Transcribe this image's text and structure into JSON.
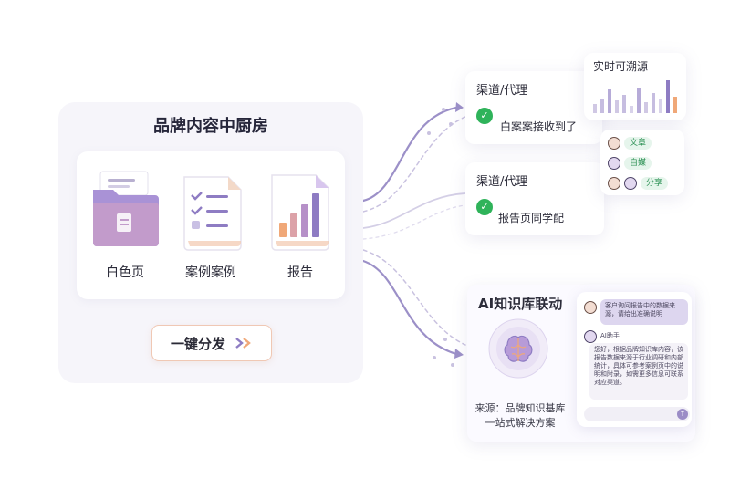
{
  "hub": {
    "title": "品牌内容中厨房",
    "items": [
      {
        "label": "白色页",
        "icon": "folder-icon"
      },
      {
        "label": "案例案例",
        "icon": "checklist-icon"
      },
      {
        "label": "报告",
        "icon": "report-chart-icon"
      }
    ],
    "dispatch_label": "一键分发"
  },
  "channels": [
    {
      "title": "渠道/代理",
      "status_text": "白案案接收到了"
    },
    {
      "title": "渠道/代理",
      "status_text": "报告页同学配"
    }
  ],
  "traceability": {
    "title": "实时可溯源",
    "tags": [
      "文章",
      "自媒",
      "分享"
    ]
  },
  "ai_panel": {
    "title": "AI知识库联动",
    "caption_line1": "来源：品牌知识基库",
    "caption_line2": "一站式解决方案",
    "chat": {
      "assistant_name": "AI助手",
      "user_message": "客户询问报告中的数据来源，请给出准确说明",
      "ai_message": "您好，根据品牌知识库内容，该报告数据来源于行业调研和内部统计，具体可参考案例页中的说明和附录，如需更多信息可联系对应渠道。"
    }
  },
  "colors": {
    "accent_purple": "#8e7cc3",
    "accent_orange": "#f0a878",
    "check_green": "#2fb35a"
  }
}
